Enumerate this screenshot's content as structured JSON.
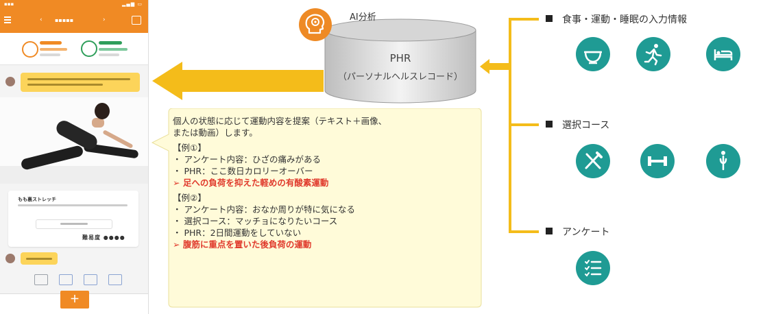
{
  "center": {
    "ai_label": "AI分析",
    "phr_title": "PHR",
    "phr_subtitle": "（パーソナルヘルスレコード）"
  },
  "callout": {
    "lines": [
      "個人の状態に応じて運動内容を提案（テキスト＋画像、",
      "または動画）します。"
    ],
    "examples": [
      {
        "label": "【例①】",
        "bullets": [
          "・ アンケート内容：ひざの痛みがある",
          "・ PHR：ここ数日カロリーオーバー"
        ],
        "result": "➢ 足への負荷を抑えた軽めの有酸素運動"
      },
      {
        "label": "【例②】",
        "bullets": [
          "・ アンケート内容：おなか周りが特に気になる",
          "・ 選択コース：マッチョになりたいコース",
          "・ PHR：2日間運動をしていない"
        ],
        "result": "➢ 腹筋に重点を置いた後負荷の運動"
      }
    ]
  },
  "sources": [
    {
      "label": "食事・運動・睡眠の入力情報",
      "icons": [
        "meal-bowl-icon",
        "running-icon",
        "bed-icon"
      ]
    },
    {
      "label": "選択コース",
      "icons": [
        "fork-knife-icon",
        "dumbbell-icon",
        "body-figure-icon"
      ]
    },
    {
      "label": "アンケート",
      "icons": [
        "checklist-icon"
      ]
    }
  ],
  "phone": {
    "stretch_title": "もも裏ストレッチ",
    "rating_label": "難易度 ●●●●"
  },
  "colors": {
    "accent_orange": "#f08a24",
    "arrow_yellow": "#f4bc1a",
    "callout_fill": "#fffbd9",
    "icon_teal": "#1f9b94",
    "result_red": "#e03a2c"
  }
}
